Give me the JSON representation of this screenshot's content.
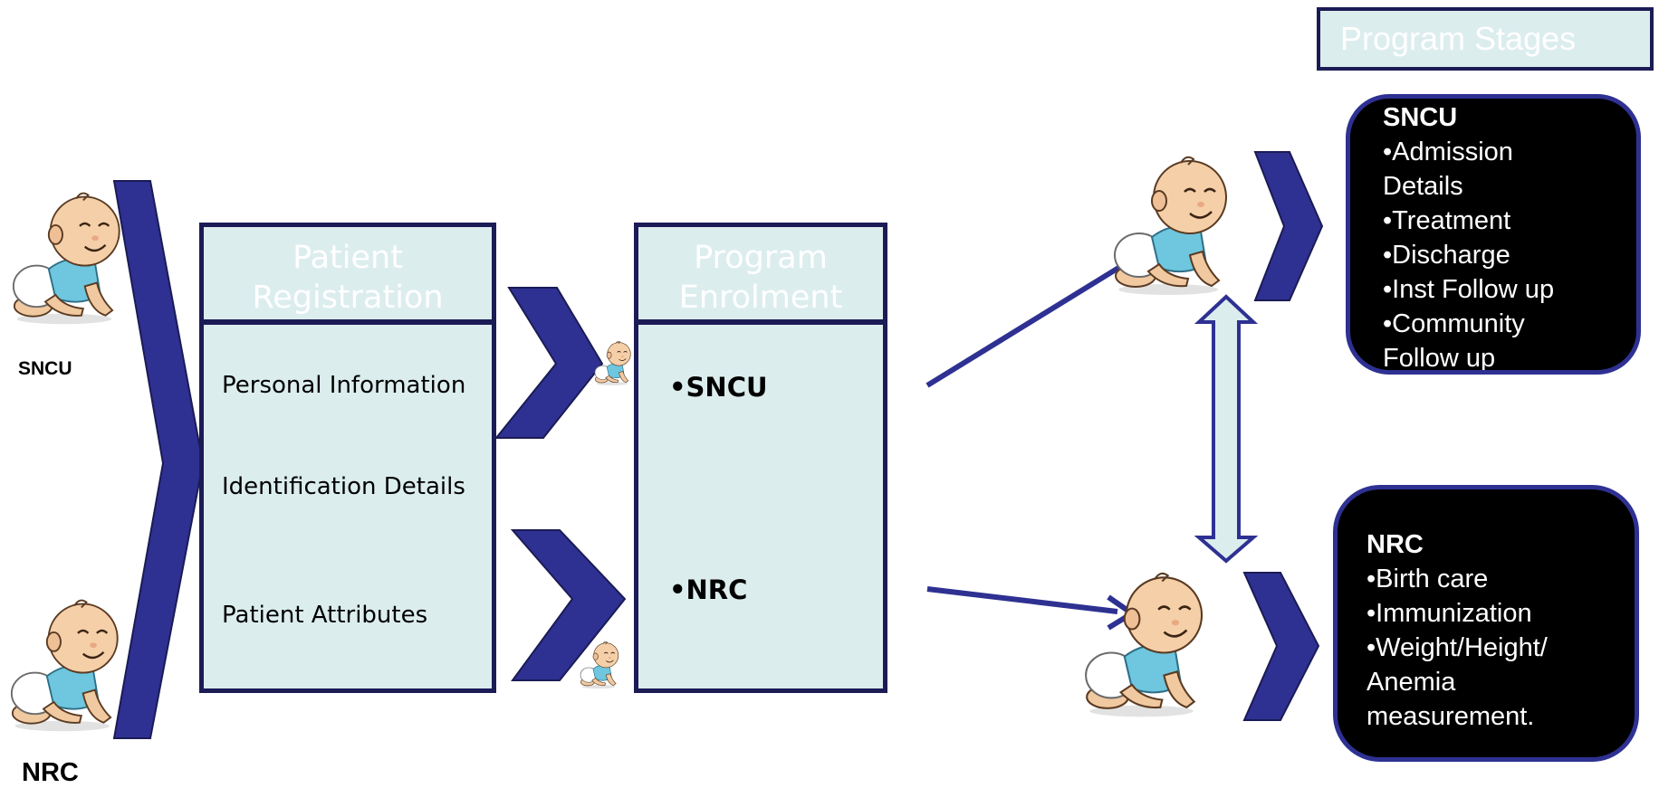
{
  "left_labels": {
    "sncu": "SNCU",
    "nrc": "NRC"
  },
  "patient_registration": {
    "title_line1": "Patient",
    "title_line2": "Registration",
    "items": [
      "Personal Information",
      "Identification Details",
      "Patient Attributes"
    ]
  },
  "program_enrolment": {
    "title_line1": "Program",
    "title_line2": "Enrolment",
    "items": [
      "•SNCU",
      "•NRC"
    ]
  },
  "program_stages": {
    "title": "Program Stages",
    "sncu": {
      "title": "SNCU",
      "items": [
        "•Admission",
        "Details",
        "•Treatment",
        "•Discharge",
        "•Inst Follow up",
        "•Community",
        "Follow up"
      ]
    },
    "nrc": {
      "title": "NRC",
      "items": [
        "•Birth care",
        "•Immunization",
        "•Weight/Height/",
        "Anemia",
        "measurement."
      ]
    }
  },
  "colors": {
    "box_fill": "#dcedee",
    "border_dark": "#1b1b55",
    "chevron": "#2e3192",
    "stage_fill": "#000000"
  },
  "icons": [
    "baby-crawling-icon",
    "chevron-right-icon",
    "double-arrow-icon",
    "arrow-icon"
  ]
}
